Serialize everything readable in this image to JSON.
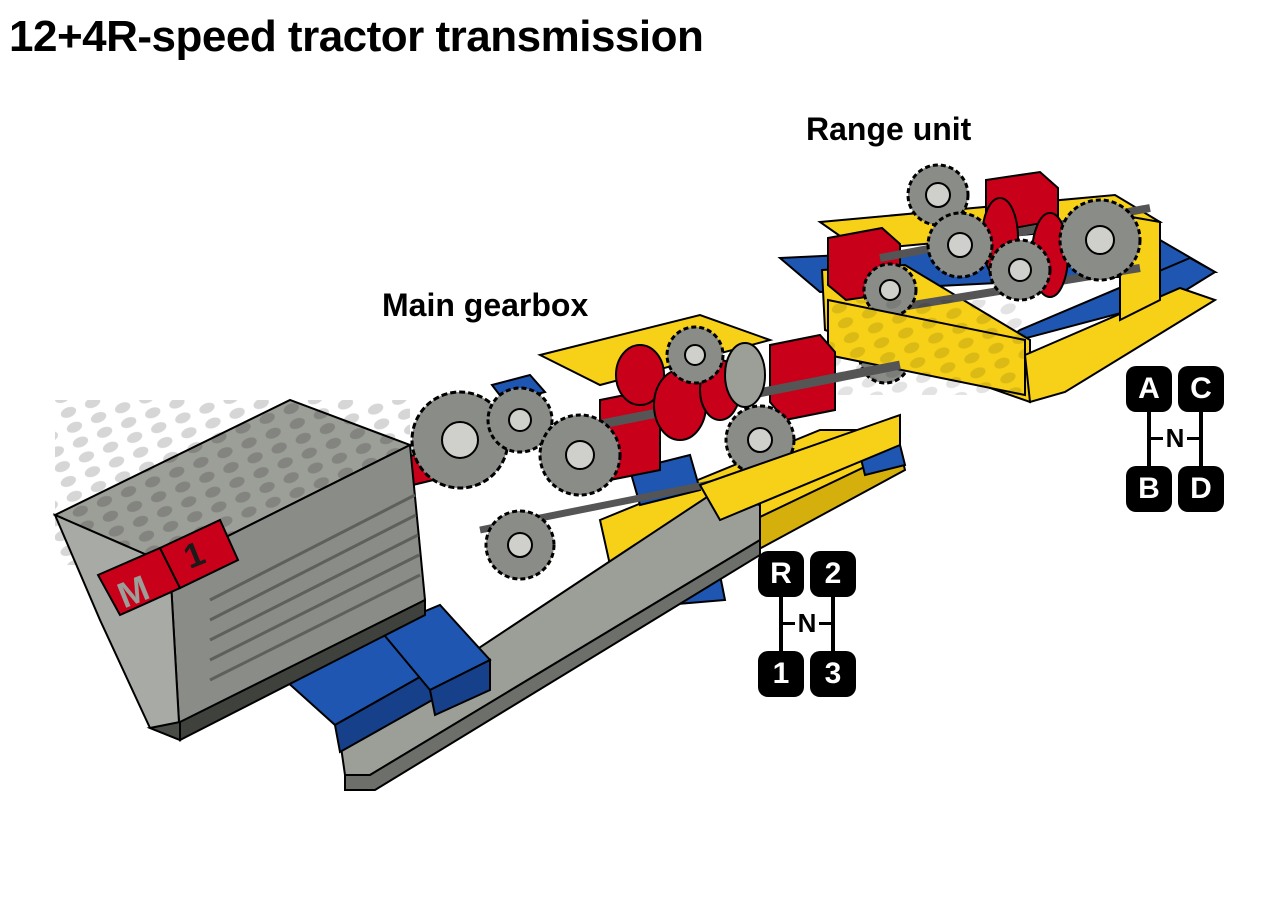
{
  "title": "12+4R-speed tractor transmission",
  "sections": {
    "range_unit": "Range unit",
    "main_gearbox": "Main gearbox"
  },
  "motor": {
    "label_left": "M",
    "label_right": "1"
  },
  "shift_patterns": {
    "range": {
      "top_left": "A",
      "top_right": "C",
      "neutral": "N",
      "bottom_left": "B",
      "bottom_right": "D"
    },
    "main": {
      "top_left": "R",
      "top_right": "2",
      "neutral": "N",
      "bottom_left": "1",
      "bottom_right": "3"
    }
  },
  "colors": {
    "brick_gray": "#9c9e98",
    "brick_blue": "#1f56b2",
    "brick_yellow": "#f7d117",
    "brick_red": "#c8001a",
    "gear_gray": "#8a8c88"
  }
}
